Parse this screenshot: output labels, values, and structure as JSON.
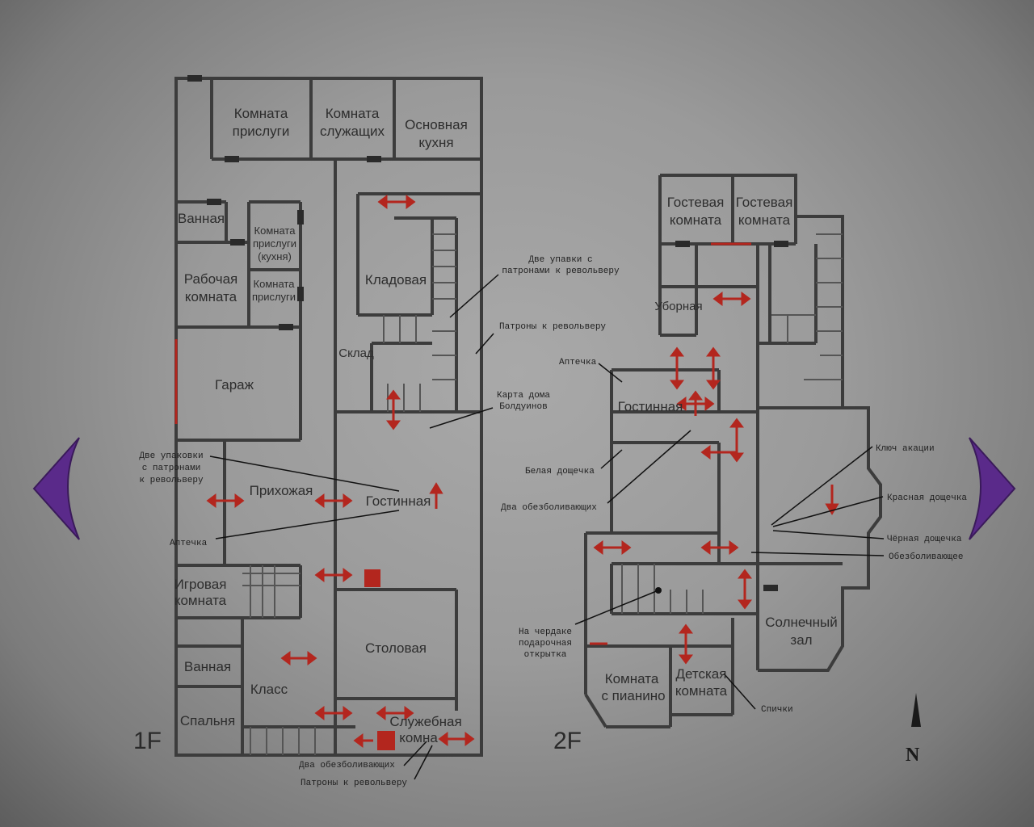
{
  "floors": {
    "first": "1F",
    "second": "2F"
  },
  "compass": "N",
  "colors": {
    "wall": "#3c3c3c",
    "marker": "#b3261e",
    "door": "#2a2a2a",
    "nav": "#5a2a8a"
  },
  "rooms_1f": {
    "servant_room": [
      "Комната",
      "прислуги"
    ],
    "staff_room": [
      "Комната",
      "служащих"
    ],
    "main_kitchen": [
      "Основная",
      "кухня"
    ],
    "bathroom_top": "Ванная",
    "kitchen_servant_room": [
      "Комната",
      "прислуги",
      "(кухня)"
    ],
    "work_room": [
      "Рабочая",
      "комната"
    ],
    "servant_room_small": [
      "Комната",
      "прислуги"
    ],
    "pantry": "Кладовая",
    "storage": "Склад",
    "garage": "Гараж",
    "hallway": "Прихожая",
    "living_room": "Гостинная",
    "play_room": [
      "Игровая",
      "комната"
    ],
    "dining_room": "Столовая",
    "bathroom_bottom": "Ванная",
    "classroom": "Класс",
    "bedroom": "Спальня",
    "service_room": [
      "Служебная",
      "комна"
    ]
  },
  "rooms_2f": {
    "guest_room_1": [
      "Гостевая",
      "комната"
    ],
    "guest_room_2": [
      "Гостевая",
      "комната"
    ],
    "toilet": "Уборная",
    "living_room": "Гостинная",
    "sun_hall": [
      "Солнечный",
      "зал"
    ],
    "piano_room": [
      "Комната",
      "с пианино"
    ],
    "nursery": [
      "Детская",
      "комната"
    ]
  },
  "notes_1f": {
    "two_packs_ammo_top": [
      "Две упавки с",
      "патронами к револьверу"
    ],
    "ammo_right": "Патроны к револьверу",
    "house_map": [
      "Карта дома",
      "Болдуинов"
    ],
    "two_packs_ammo_left": [
      "Две упаковки",
      "с патронами",
      "к револьверу"
    ],
    "first_aid_left": "Аптечка",
    "two_painkillers_bottom": "Два обезболивающих",
    "ammo_bottom": "Патроны к револьверу"
  },
  "notes_2f": {
    "first_aid": "Аптечка",
    "white_plank": "Белая дощечка",
    "two_painkillers": "Два обезболивающих",
    "acacia_key": "Ключ акации",
    "red_plank": "Красная дощечка",
    "black_plank": "Чёрная дощечка",
    "painkiller": "Обезболивающее",
    "attic_postcard": [
      "На чердаке",
      "подарочная",
      "открытка"
    ],
    "matches": "Спички"
  }
}
